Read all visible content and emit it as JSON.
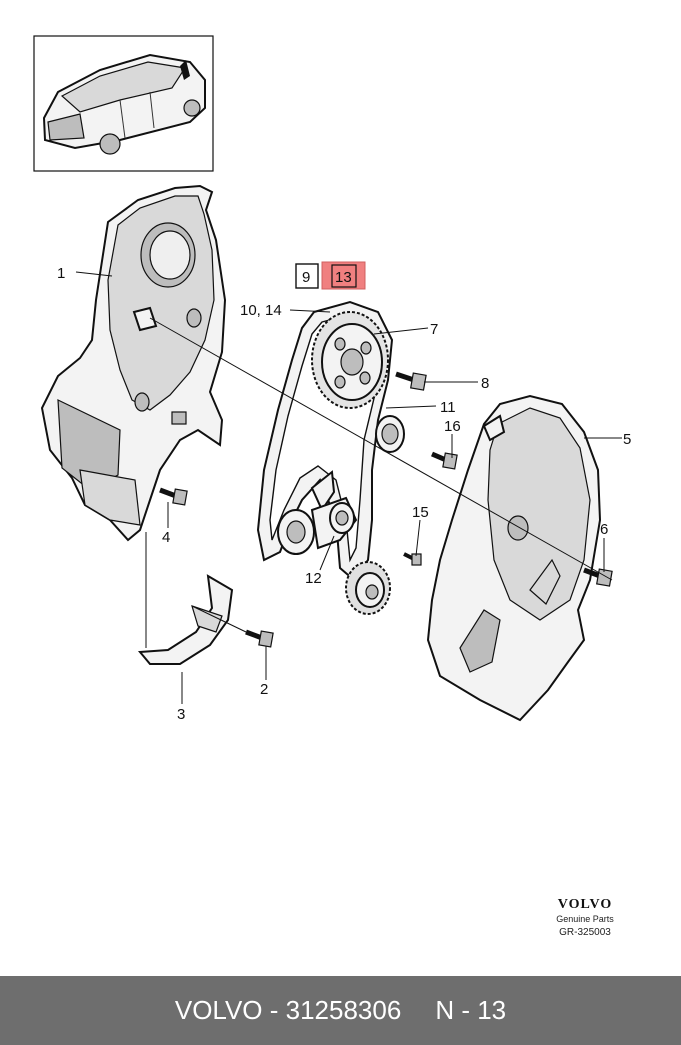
{
  "callouts": [
    {
      "id": "1",
      "text": "1"
    },
    {
      "id": "2",
      "text": "2"
    },
    {
      "id": "3",
      "text": "3"
    },
    {
      "id": "4",
      "text": "4"
    },
    {
      "id": "5",
      "text": "5"
    },
    {
      "id": "6",
      "text": "6"
    },
    {
      "id": "7",
      "text": "7"
    },
    {
      "id": "8",
      "text": "8"
    },
    {
      "id": "9",
      "text": "9"
    },
    {
      "id": "10_14",
      "text": "10, 14"
    },
    {
      "id": "11",
      "text": "11"
    },
    {
      "id": "12",
      "text": "12"
    },
    {
      "id": "13",
      "text": "13"
    },
    {
      "id": "15",
      "text": "15"
    },
    {
      "id": "16",
      "text": "16"
    }
  ],
  "highlight_color": "#f08080",
  "brand": {
    "logo": "VOLVO",
    "subtitle": "Genuine Parts",
    "code": "GR-325003"
  },
  "footer": {
    "part": "VOLVO - 31258306",
    "position": "N - 13"
  },
  "colors": {
    "footer_bg": "#6e6e6e",
    "footer_text": "#ffffff"
  }
}
